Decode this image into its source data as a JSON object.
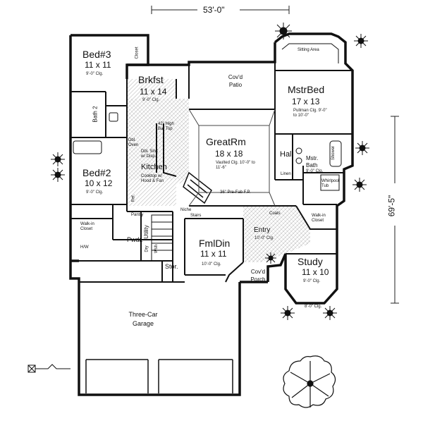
{
  "dimensions": {
    "width": "53'-0\"",
    "depth": "69'-5\""
  },
  "rooms": {
    "bed3": {
      "name": "Bed#3",
      "size": "11 x 11",
      "ceiling": "9'-0\" Clg."
    },
    "brkfst": {
      "name": "Brkfst",
      "size": "11 x 14",
      "ceiling": "9'-0\" Clg."
    },
    "patio": {
      "name": "Cov'd Patio"
    },
    "mstr_bed": {
      "name": "MstrBed",
      "size": "17 x 13",
      "ceiling": "Pullman Clg. 9'-0\" to 10'-0\""
    },
    "sitting": {
      "name": "Sitting Area"
    },
    "great_rm": {
      "name": "GreatRm",
      "size": "18 x 18",
      "ceiling": "Vaulted Clg. 10'-0\" to 11'-6\""
    },
    "bed2": {
      "name": "Bed#2",
      "size": "10 x 12",
      "ceiling": "9'-0\" Clg."
    },
    "kitchen": {
      "name": "Kitchen"
    },
    "bath2": {
      "name": "Bath 2"
    },
    "hall": {
      "name": "Hall"
    },
    "mstr_bath": {
      "name": "Mstr. Bath",
      "ceiling": "9'-0\" Clg."
    },
    "linen": {
      "name": "Linen"
    },
    "fml_din": {
      "name": "FmlDin",
      "size": "11 x 11",
      "ceiling": "10'-0\" Clg."
    },
    "entry": {
      "name": "Entry",
      "ceiling": "10'-0\" Clg."
    },
    "study": {
      "name": "Study",
      "size": "11 x 10",
      "ceiling": "9'-0\" Clg."
    },
    "porch": {
      "name": "Cov'd Porch"
    },
    "garage": {
      "name": "Three-Car Garage"
    },
    "utility": {
      "name": "Utility"
    },
    "pwdr": {
      "name": "Pwdr."
    },
    "stor": {
      "name": "Stor."
    },
    "walkin_left": {
      "name": "Walk-in Closet"
    },
    "walkin_right": {
      "name": "Walk-in Closet"
    },
    "pantry": {
      "name": "Pantry"
    }
  },
  "notes": {
    "bar_top": "42\" High Bar Top",
    "dbl_sink": "Dbl. Sink w/ Disp.",
    "dbl_oven": "Dbl. Oven",
    "cooktop": "Cooktop w/ Hood & Fan",
    "fireplace": "36\" Pre-Fab F.P.",
    "niche": "Niche",
    "stairs": "Stairs",
    "coats": "Coats",
    "closet": "Closet",
    "ref": "Ref.",
    "hw": "H/W",
    "dryer": "Dry",
    "washer": "Wsh",
    "bay_ceiling": "8'-0\" Clg.",
    "shower": "Shower",
    "tub": "Whirlpool Tub"
  }
}
